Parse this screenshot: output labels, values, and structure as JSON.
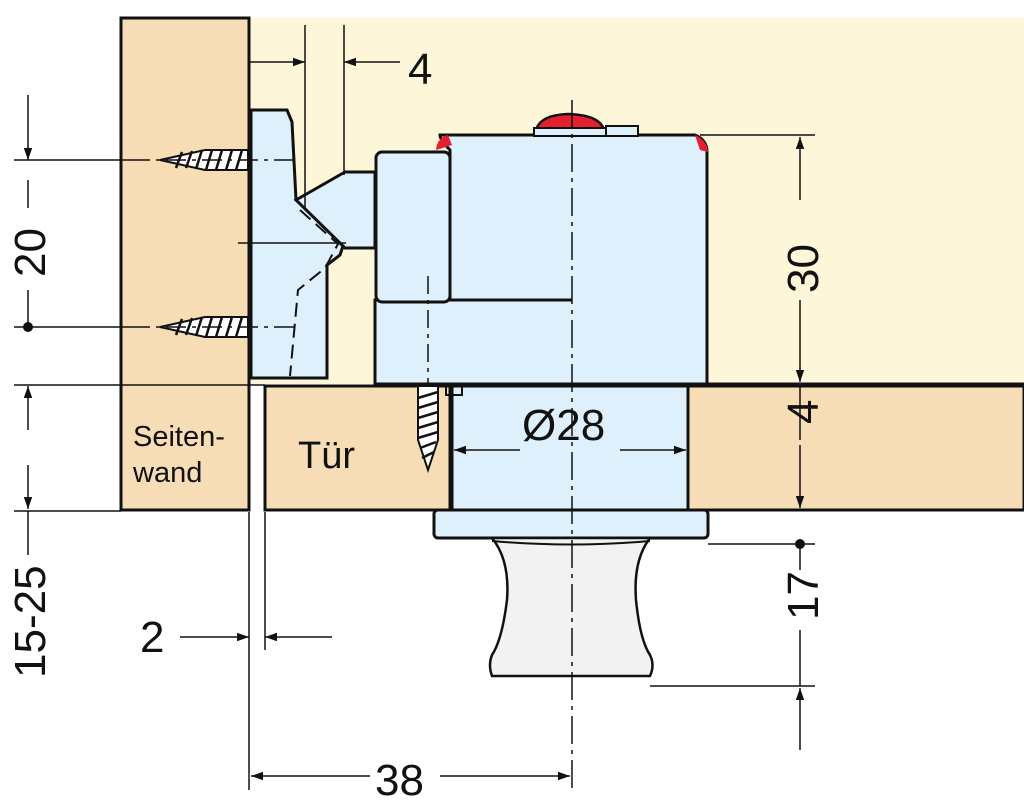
{
  "labels": {
    "side_wall_line1": "Seiten-",
    "side_wall_line2": "wand",
    "door": "Tür"
  },
  "dimensions": {
    "gap_top": "4",
    "screw_spacing": "20",
    "housing_height": "30",
    "door_thickness": "4",
    "diameter": "Ø28",
    "knob_height": "17",
    "wall_thickness": "15-25",
    "door_gap": "2",
    "offset": "38"
  },
  "colors": {
    "cabinet_interior": "#fdf6d9",
    "wood": "#f6ddb5",
    "housing": "#def0fb",
    "knob": "#f2f2f2",
    "indicator": "#e5202e",
    "line": "#111111"
  }
}
